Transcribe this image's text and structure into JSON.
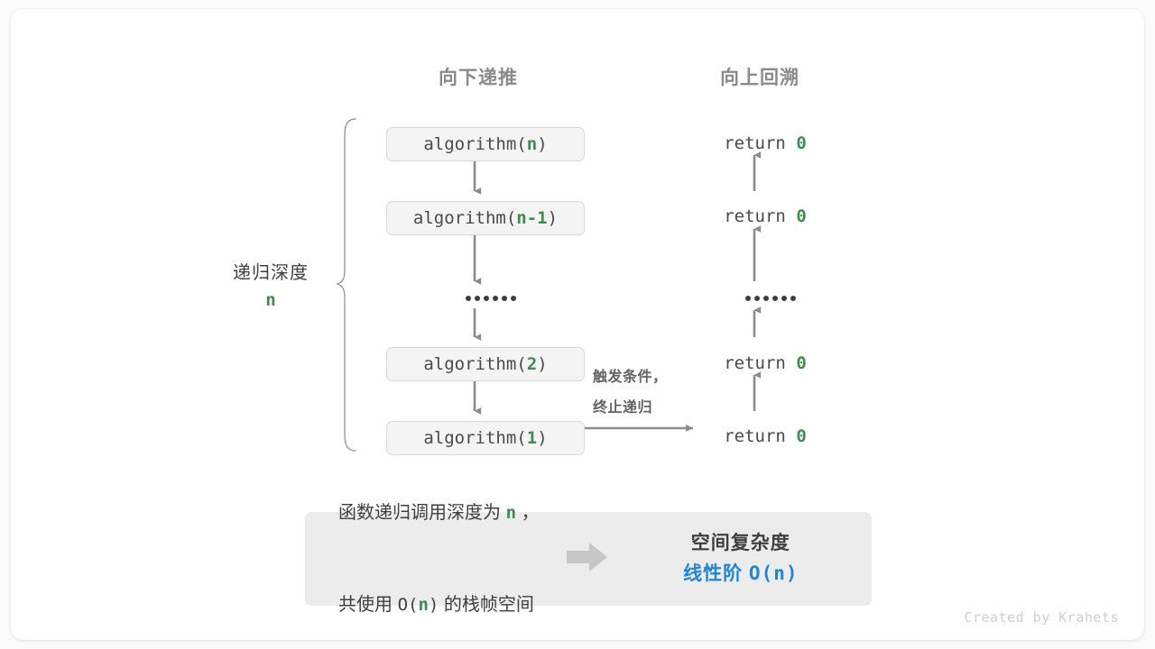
{
  "headers": {
    "down": "向下递推",
    "up": "向上回溯"
  },
  "depth_bracket": {
    "label": "递归深度",
    "value": "n"
  },
  "call_stack": [
    {
      "prefix": "algorithm(",
      "arg": "n",
      "suffix": ")"
    },
    {
      "prefix": "algorithm(",
      "arg": "n-1",
      "suffix": ")"
    },
    {
      "ellipsis": "••••••"
    },
    {
      "prefix": "algorithm(",
      "arg": "2",
      "suffix": ")"
    },
    {
      "prefix": "algorithm(",
      "arg": "1",
      "suffix": ")"
    }
  ],
  "returns": [
    {
      "keyword": "return ",
      "value": "0"
    },
    {
      "keyword": "return ",
      "value": "0"
    },
    {
      "ellipsis": "••••••"
    },
    {
      "keyword": "return ",
      "value": "0"
    },
    {
      "keyword": "return ",
      "value": "0"
    }
  ],
  "trigger_note": {
    "line1": "触发条件，",
    "line2": "终止递归"
  },
  "summary": {
    "left_line1_a": "函数递归调用深度为 ",
    "left_line1_n": "n",
    "left_line1_b": " ，",
    "left_line2_a": "共使用 ",
    "left_line2_o": "O(",
    "left_line2_n": "n",
    "left_line2_c": ")",
    "left_line2_b": " 的栈帧空间",
    "arrow_icon": "right-arrow-icon",
    "right_title": "空间复杂度",
    "right_complexity_zh": "线性阶 ",
    "right_complexity_mono": "O(n)"
  },
  "credit": "Created by Krahets",
  "colors": {
    "green": "#3d8b4f",
    "blue": "#1e86d4",
    "gray_text": "#3f3f3f",
    "header_gray": "#8a8a8a",
    "box_fill": "#f4f4f4",
    "panel_fill": "#ececec",
    "arrow_gray": "#8c8c8c"
  }
}
